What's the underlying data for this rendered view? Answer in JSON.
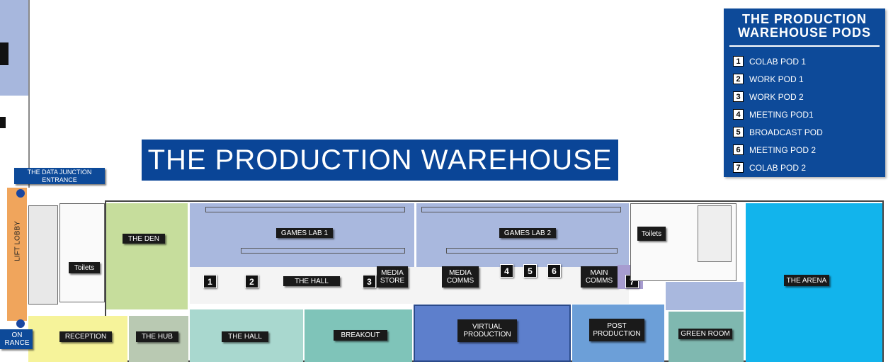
{
  "banner_title": "THE PRODUCTION WAREHOUSE",
  "legend": {
    "title_line1": "THE PRODUCTION",
    "title_line2": "WAREHOUSE  PODS",
    "items": [
      {
        "num": "1",
        "label": "COLAB POD 1"
      },
      {
        "num": "2",
        "label": "WORK POD 1"
      },
      {
        "num": "3",
        "label": "WORK POD 2"
      },
      {
        "num": "4",
        "label": "MEETING POD1"
      },
      {
        "num": "5",
        "label": "BROADCAST POD"
      },
      {
        "num": "6",
        "label": "MEETING POD 2"
      },
      {
        "num": "7",
        "label": "COLAB POD 2"
      }
    ]
  },
  "labels": {
    "data_junction": "THE DATA JUNCTION ENTRANCE",
    "lift_lobby": "LIFT LOBBY",
    "toilets": "Toilets",
    "the_den": "THE DEN",
    "games_lab_1": "GAMES LAB 1",
    "games_lab_2": "GAMES LAB 2",
    "the_hall_corridor": "THE HALL",
    "media_store": "MEDIA STORE",
    "media_comms": "MEDIA COMMS",
    "main_comms": "MAIN COMMS",
    "the_arena": "THE ARENA",
    "reception": "RECEPTION",
    "the_hub": "THE HUB",
    "the_hall": "THE HALL",
    "breakout": "BREAKOUT",
    "virtual_production": "VIRTUAL PRODUCTION",
    "post_production": "POST PRODUCTION",
    "green_room": "GREEN ROOM",
    "entrance_partial": "ON RANCE"
  },
  "pods": [
    "1",
    "2",
    "3",
    "4",
    "5",
    "6",
    "7"
  ],
  "colors": {
    "brand_blue": "#0a4597",
    "games_lab": "#a9b8de",
    "the_den": "#c6dd9c",
    "reception": "#f6f39a",
    "the_hub": "#b9c9b2",
    "the_hall": "#a9d8cf",
    "breakout": "#7fc4b9",
    "virtual_production": "#5d7fcc",
    "post_production": "#6c9fd8",
    "green_room": "#7fb8b0",
    "the_arena": "#12b4ec",
    "lift_lobby": "#f0a55c",
    "colab_pod_2": "#a79cd0"
  }
}
